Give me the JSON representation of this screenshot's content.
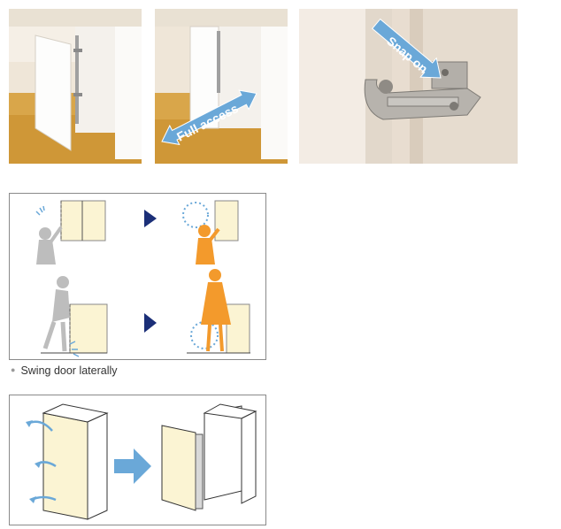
{
  "photos": {
    "photo2_label": "Full access",
    "photo3_label": "Snap on"
  },
  "caption": {
    "swing": "Swing door laterally"
  },
  "colors": {
    "accent_blue": "#6aa8d8",
    "orange_figure": "#f39a2c",
    "gray_figure": "#bdbdbd",
    "door_cream": "#fbf4d3"
  }
}
